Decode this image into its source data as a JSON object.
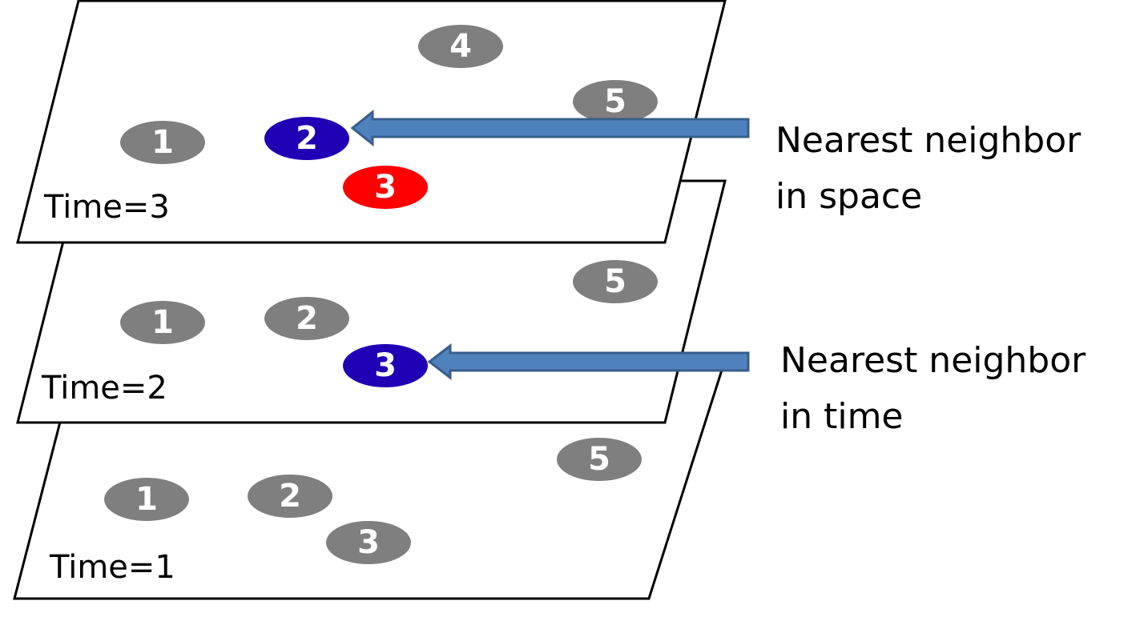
{
  "colors": {
    "node_default": "#7f7f7f",
    "node_highlight_blue": "#1f00b4",
    "node_query_red": "#ff0000",
    "arrow_fill": "#4f81bd",
    "arrow_stroke": "#385d8a"
  },
  "frames": [
    {
      "time_label": "Time=1",
      "nodes": [
        {
          "label": "1",
          "state": "default"
        },
        {
          "label": "2",
          "state": "default"
        },
        {
          "label": "3",
          "state": "default"
        },
        {
          "label": "5",
          "state": "default"
        }
      ]
    },
    {
      "time_label": "Time=2",
      "nodes": [
        {
          "label": "1",
          "state": "default"
        },
        {
          "label": "2",
          "state": "default"
        },
        {
          "label": "3",
          "state": "highlight_blue"
        },
        {
          "label": "5",
          "state": "default"
        }
      ]
    },
    {
      "time_label": "Time=3",
      "nodes": [
        {
          "label": "1",
          "state": "default"
        },
        {
          "label": "2",
          "state": "highlight_blue"
        },
        {
          "label": "3",
          "state": "query_red"
        },
        {
          "label": "4",
          "state": "default"
        },
        {
          "label": "5",
          "state": "default"
        }
      ]
    }
  ],
  "annotations": {
    "space": {
      "line1": "Nearest neighbor",
      "line2": "in space"
    },
    "time": {
      "line1": "Nearest neighbor",
      "line2": "in time"
    }
  }
}
